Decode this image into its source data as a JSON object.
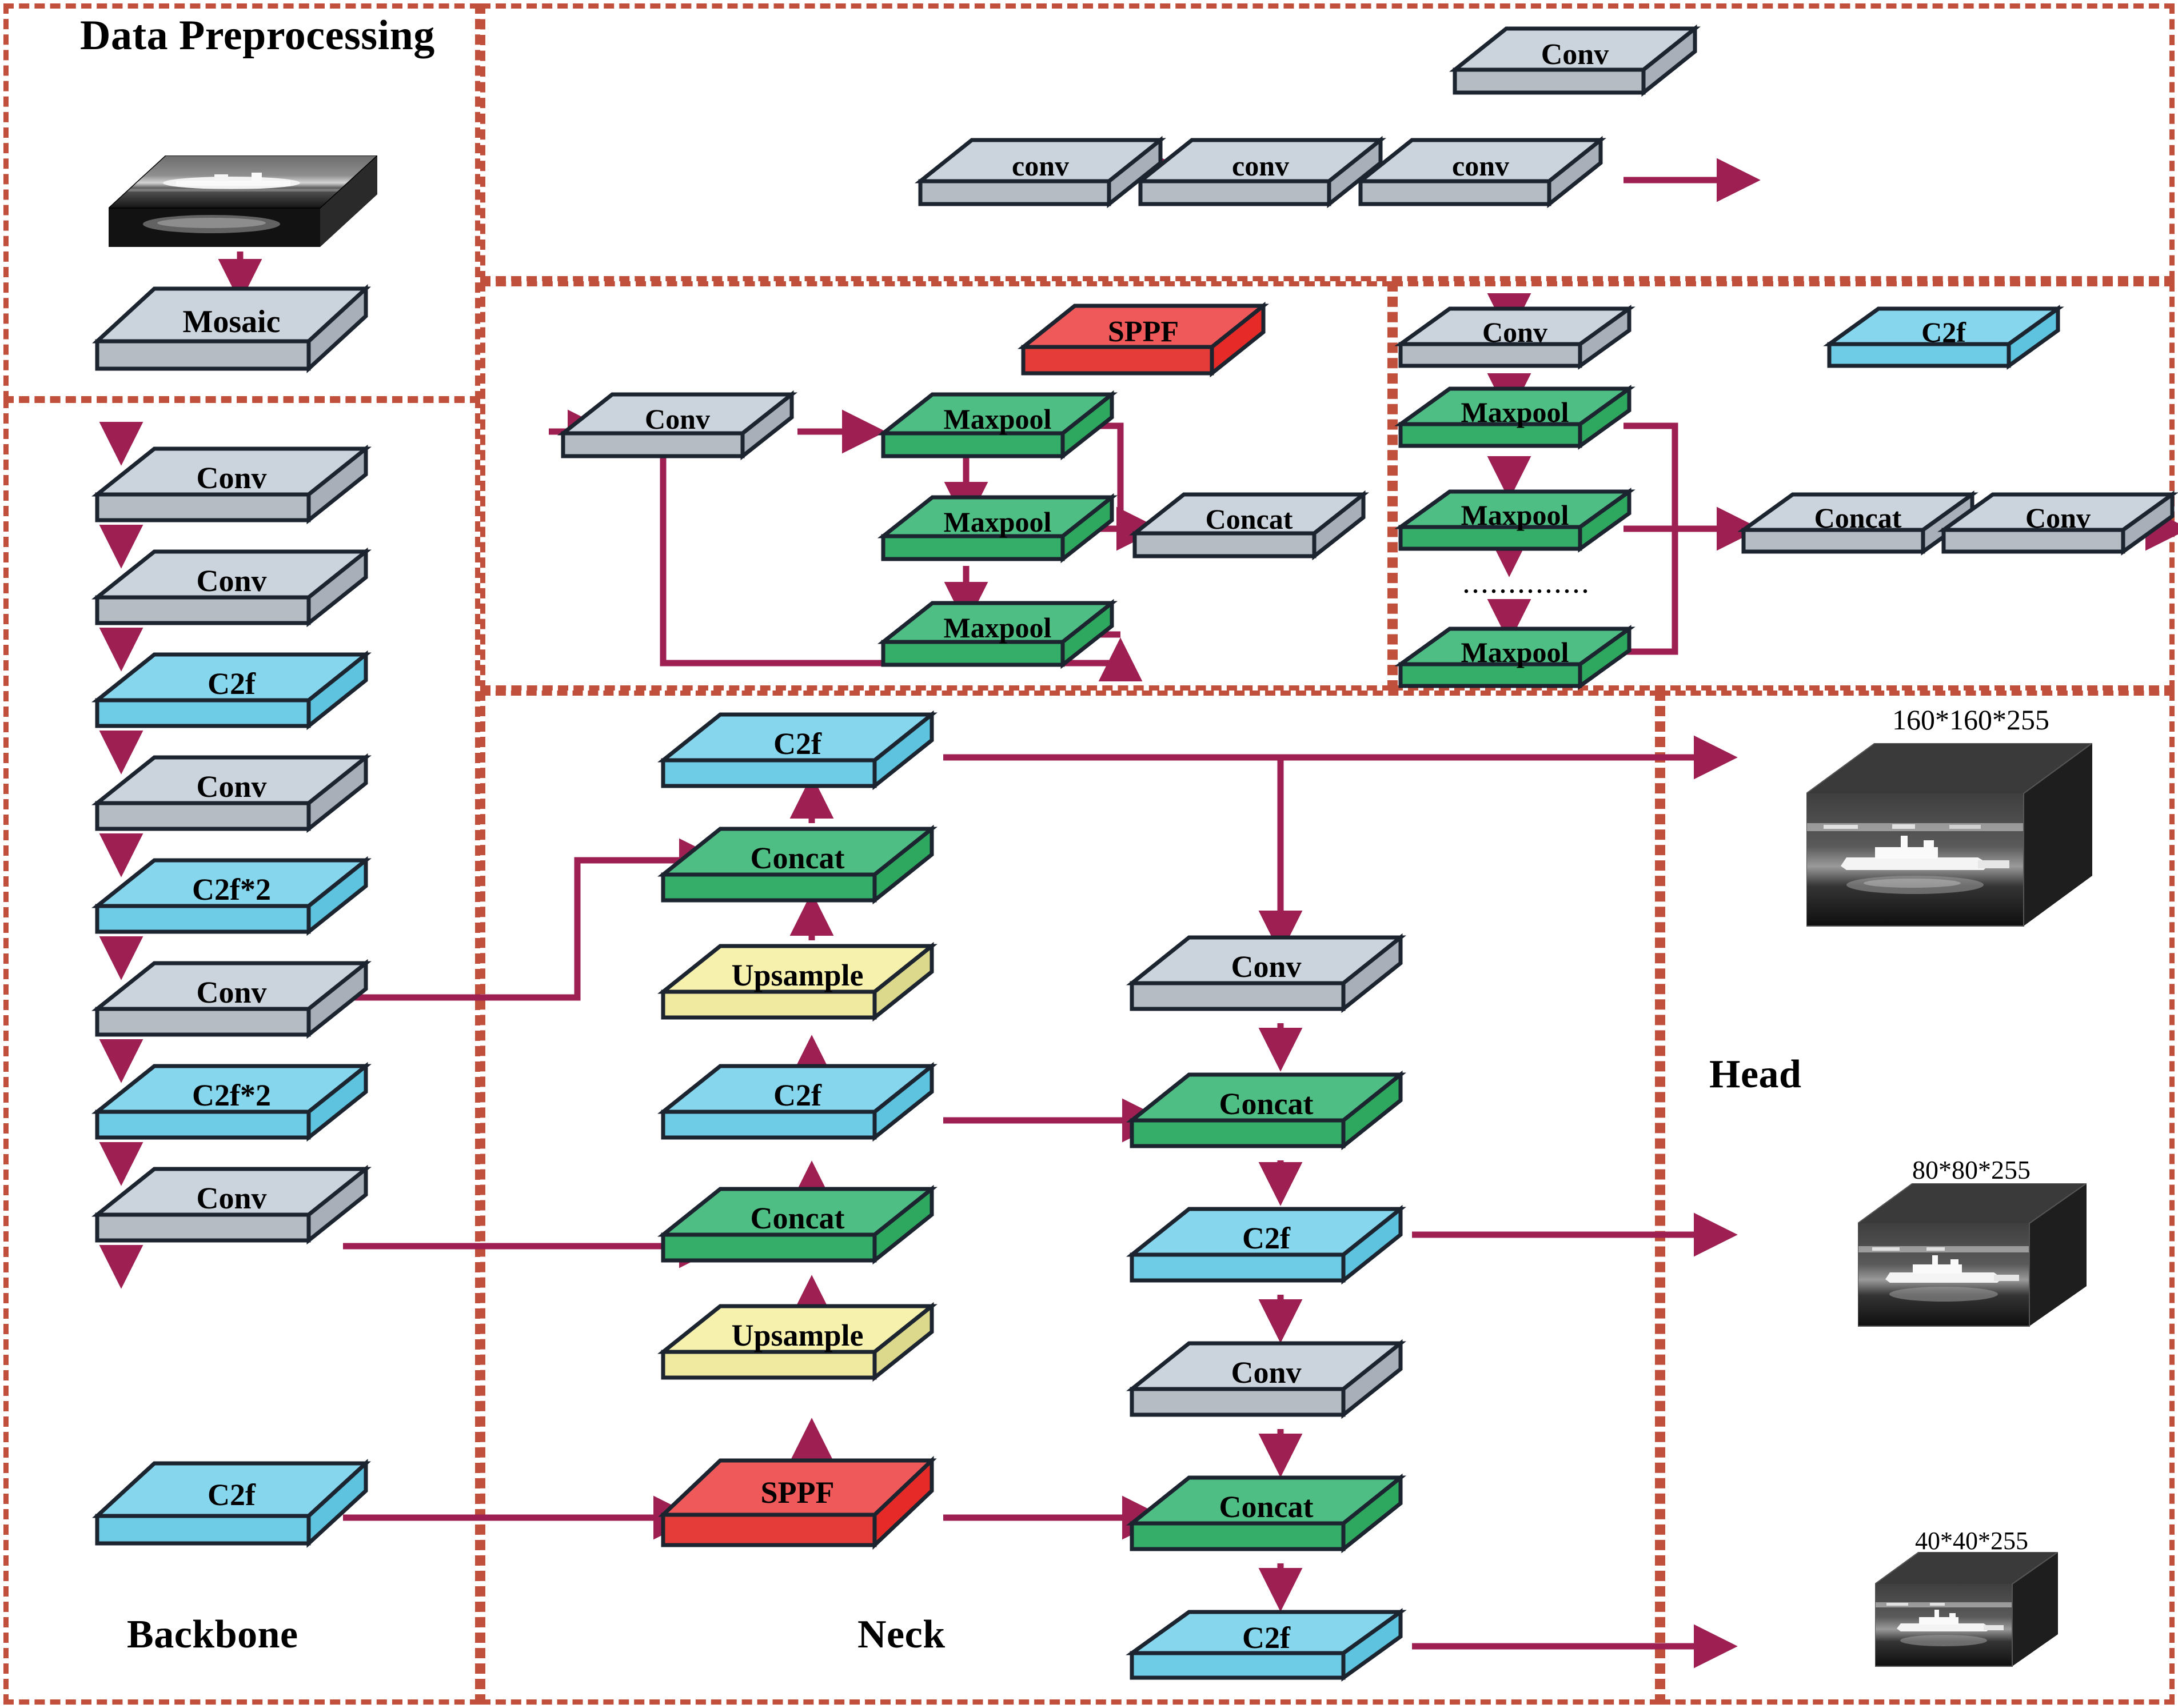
{
  "regions": {
    "data_preprocessing": {
      "title": "Data Preprocessing"
    },
    "conv_detail": {
      "note": "conv detail panel (top)"
    },
    "sppf_detail": {
      "note": "SPPF detail panel (middle-left)"
    },
    "c2f_detail": {
      "note": "C2f detail panel (middle-right)"
    },
    "main": {
      "note": "backbone / neck / head panel"
    }
  },
  "captions": {
    "data_preprocessing": "Data Preprocessing",
    "backbone": "Backbone",
    "neck": "Neck",
    "head": "Head"
  },
  "preprocessing": {
    "input_image_alt": "thermal infrared ship image",
    "mosaic": "Mosaic"
  },
  "backbone": [
    {
      "label": "Conv",
      "type": "conv"
    },
    {
      "label": "Conv",
      "type": "conv"
    },
    {
      "label": "C2f",
      "type": "c2f"
    },
    {
      "label": "Conv",
      "type": "conv"
    },
    {
      "label": "C2f*2",
      "type": "c2f"
    },
    {
      "label": "Conv",
      "type": "conv"
    },
    {
      "label": "C2f*2",
      "type": "c2f"
    },
    {
      "label": "Conv",
      "type": "conv"
    },
    {
      "label": "C2f",
      "type": "c2f"
    }
  ],
  "neck_left": [
    {
      "label": "C2f",
      "type": "c2f"
    },
    {
      "label": "Concat",
      "type": "concat"
    },
    {
      "label": "Upsample",
      "type": "upsample"
    },
    {
      "label": "C2f",
      "type": "c2f"
    },
    {
      "label": "Concat",
      "type": "concat"
    },
    {
      "label": "Upsample",
      "type": "upsample"
    },
    {
      "label": "SPPF",
      "type": "sppf"
    }
  ],
  "neck_right": [
    {
      "label": "Conv",
      "type": "conv"
    },
    {
      "label": "Concat",
      "type": "concat"
    },
    {
      "label": "C2f",
      "type": "c2f"
    },
    {
      "label": "Conv",
      "type": "conv"
    },
    {
      "label": "Concat",
      "type": "concat"
    },
    {
      "label": "C2f",
      "type": "c2f"
    }
  ],
  "conv_detail": {
    "legend_label": "Conv",
    "chain": [
      "conv",
      "conv",
      "conv"
    ]
  },
  "sppf_detail": {
    "legend_label": "SPPF",
    "input_conv": "Conv",
    "maxpools": [
      "Maxpool",
      "Maxpool",
      "Maxpool"
    ],
    "concat": "Concat"
  },
  "c2f_detail": {
    "legend_label": "C2f",
    "input_conv": "Conv",
    "maxpool_top": "Maxpool",
    "maxpool_mid": "Maxpool",
    "maxpool_bottom": "Maxpool",
    "ellipsis": "..............",
    "concat": "Concat",
    "output_conv": "Conv"
  },
  "head": {
    "outputs": [
      {
        "label": "160*160*255"
      },
      {
        "label": "80*80*255"
      },
      {
        "label": "40*40*255"
      }
    ]
  },
  "colors": {
    "conv_top": "#CBD3DC",
    "conv_side": "#B6BCC4",
    "c2f_top": "#86D6EE",
    "c2f_side": "#5DC3DE",
    "concat_top": "#4FBE85",
    "concat_side": "#2EA75F",
    "upsample_top": "#F6F2AE",
    "upsample_side": "#DCD98C",
    "sppf_top": "#F0595A",
    "sppf_side": "#E62A28",
    "outline": "#1C2430",
    "arrow": "#9E1F52",
    "frame_dash": "#C0503C"
  }
}
